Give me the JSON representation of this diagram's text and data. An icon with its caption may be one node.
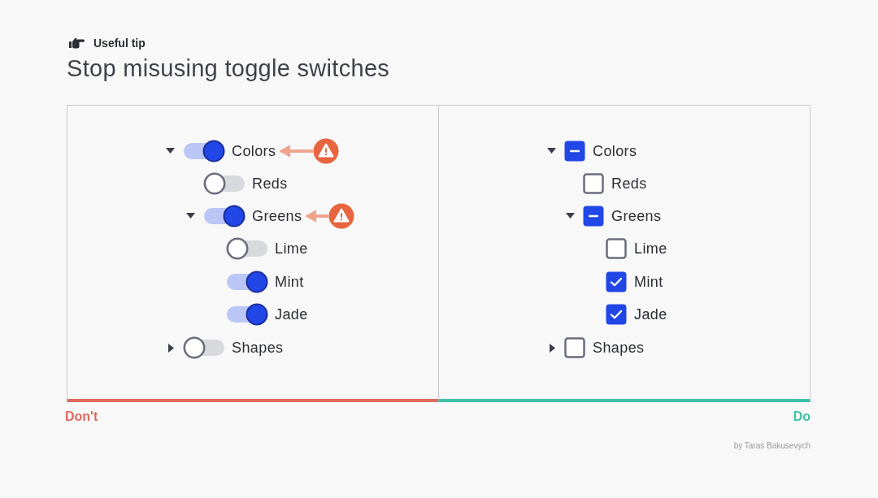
{
  "diagram": {
    "title": "Stop misusing toggle switches",
    "nodes": [
      {
        "text": [],
        "shape": "box",
        "beside": [
          "Don't"
        ]
      },
      {
        "text": [
          "Colors"
        ],
        "in": 0
      },
      {
        "text": [],
        "shape": "circle",
        "in": 0
      },
      {
        "text": [
          "Reds"
        ],
        "in": 0
      },
      {
        "text": [
          "Greens"
        ],
        "in": 0
      },
      {
        "text": [],
        "shape": "circle",
        "in": 0
      },
      {
        "text": [
          "Lime"
        ],
        "in": 0
      },
      {
        "text": [
          "Mint"
        ],
        "in": 0
      },
      {
        "text": [
          "Jade"
        ],
        "in": 0
      },
      {
        "text": [
          "Shapes"
        ],
        "in": 0
      },
      {
        "text": [],
        "shape": "box",
        "beside": [
          "Do"
        ]
      },
      {
        "text": [
          "Colors"
        ],
        "in": 10
      },
      {
        "text": [
          "Reds"
        ],
        "in": 10
      },
      {
        "text": [
          "Greens"
        ],
        "in": 10
      },
      {
        "text": [
          "Lime"
        ],
        "in": 10
      },
      {
        "text": [
          "Mint"
        ],
        "in": 10
      },
      {
        "text": [
          "Jade"
        ],
        "in": 10
      },
      {
        "text": [
          "Shapes"
        ],
        "in": 10
      }
    ],
    "edges": [
      {
        "from": 2,
        "to": 1,
        "arrow": "to"
      },
      {
        "from": 5,
        "to": 4,
        "arrow": "to"
      }
    ],
    "labels": [
      "Useful tip",
      "by Taras Bakusevych"
    ]
  }
}
